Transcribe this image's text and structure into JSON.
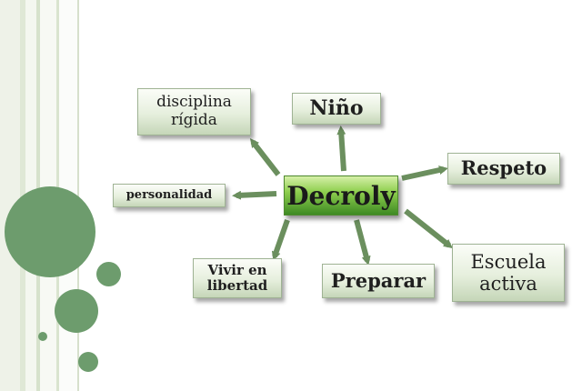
{
  "diagram": {
    "center": "Decroly",
    "nodes": {
      "disciplina": "disciplina rígida",
      "nino": "Niño",
      "respeto": "Respeto",
      "personalidad": "personalidad",
      "vivir": "Vivir en libertad",
      "preparar": "Preparar",
      "escuela": "Escuela activa"
    }
  },
  "colors": {
    "arrow": "#6b8f5e",
    "circle": "#6d9c6d",
    "center_green": "#5aa832"
  }
}
